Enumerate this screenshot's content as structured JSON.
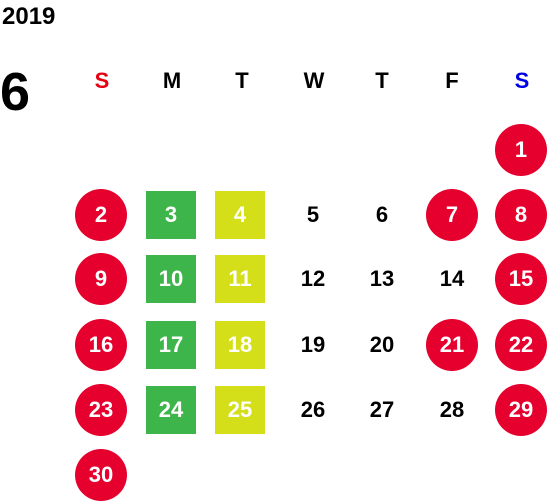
{
  "calendar": {
    "year": "2019",
    "month": "6",
    "weekdays": [
      "S",
      "M",
      "T",
      "W",
      "T",
      "F",
      "S"
    ],
    "colors": {
      "sunday_header": "#e60012",
      "saturday_header": "#0000e6",
      "holiday_circle": "#e5002e",
      "monday_box": "#3db54a",
      "tuesday_box": "#d4df1a"
    },
    "weeks": [
      [
        {
          "day": ""
        },
        {
          "day": ""
        },
        {
          "day": ""
        },
        {
          "day": ""
        },
        {
          "day": ""
        },
        {
          "day": ""
        },
        {
          "day": "1",
          "style": "holiday"
        }
      ],
      [
        {
          "day": "2",
          "style": "holiday"
        },
        {
          "day": "3",
          "style": "mon"
        },
        {
          "day": "4",
          "style": "tue"
        },
        {
          "day": "5"
        },
        {
          "day": "6"
        },
        {
          "day": "7",
          "style": "holiday"
        },
        {
          "day": "8",
          "style": "holiday"
        }
      ],
      [
        {
          "day": "9",
          "style": "holiday"
        },
        {
          "day": "10",
          "style": "mon"
        },
        {
          "day": "11",
          "style": "tue"
        },
        {
          "day": "12"
        },
        {
          "day": "13"
        },
        {
          "day": "14"
        },
        {
          "day": "15",
          "style": "holiday"
        }
      ],
      [
        {
          "day": "16",
          "style": "holiday"
        },
        {
          "day": "17",
          "style": "mon"
        },
        {
          "day": "18",
          "style": "tue"
        },
        {
          "day": "19"
        },
        {
          "day": "20"
        },
        {
          "day": "21",
          "style": "holiday"
        },
        {
          "day": "22",
          "style": "holiday"
        }
      ],
      [
        {
          "day": "23",
          "style": "holiday"
        },
        {
          "day": "24",
          "style": "mon"
        },
        {
          "day": "25",
          "style": "tue"
        },
        {
          "day": "26"
        },
        {
          "day": "27"
        },
        {
          "day": "28"
        },
        {
          "day": "29",
          "style": "holiday"
        }
      ],
      [
        {
          "day": "30",
          "style": "holiday"
        },
        {
          "day": ""
        },
        {
          "day": ""
        },
        {
          "day": ""
        },
        {
          "day": ""
        },
        {
          "day": ""
        },
        {
          "day": ""
        }
      ]
    ]
  }
}
